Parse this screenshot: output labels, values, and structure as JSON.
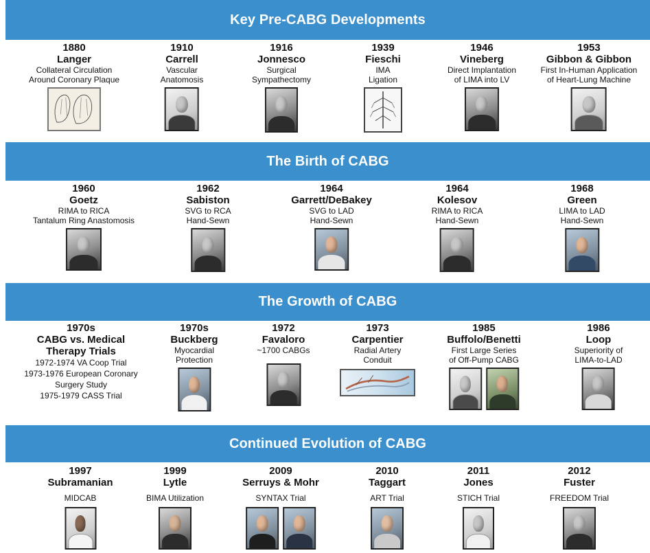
{
  "sections": [
    {
      "title": "Key Pre-CABG Developments",
      "entries": [
        {
          "year": "1880",
          "name": "Langer",
          "desc": [
            "Collateral Circulation",
            "Around Coronary Plaque"
          ],
          "image": "anatomical-sketch"
        },
        {
          "year": "1910",
          "name": "Carrell",
          "desc": [
            "Vascular",
            "Anatomosis"
          ],
          "image": "portrait"
        },
        {
          "year": "1916",
          "name": "Jonnesco",
          "desc": [
            "Surgical",
            "Sympathectomy"
          ],
          "image": "portrait"
        },
        {
          "year": "1939",
          "name": "Fieschi",
          "desc": [
            "IMA",
            "Ligation"
          ],
          "image": "artery-drawing"
        },
        {
          "year": "1946",
          "name": "Vineberg",
          "desc": [
            "Direct Implantation",
            "of LIMA into LV"
          ],
          "image": "portrait"
        },
        {
          "year": "1953",
          "name": "Gibbon & Gibbon",
          "desc": [
            "First In-Human Application",
            "of Heart-Lung Machine"
          ],
          "image": "portrait"
        }
      ]
    },
    {
      "title": "The Birth of CABG",
      "entries": [
        {
          "year": "1960",
          "name": "Goetz",
          "desc": [
            "RIMA to RICA",
            "Tantalum Ring Anastomosis"
          ],
          "image": "portrait"
        },
        {
          "year": "1962",
          "name": "Sabiston",
          "desc": [
            "SVG to RCA",
            "Hand-Sewn"
          ],
          "image": "portrait"
        },
        {
          "year": "1964",
          "name": "Garrett/DeBakey",
          "desc": [
            "SVG to LAD",
            "Hand-Sewn"
          ],
          "image": "portrait"
        },
        {
          "year": "1964",
          "name": "Kolesov",
          "desc": [
            "RIMA to RICA",
            "Hand-Sewn"
          ],
          "image": "portrait"
        },
        {
          "year": "1968",
          "name": "Green",
          "desc": [
            "LIMA to LAD",
            "Hand-Sewn"
          ],
          "image": "portrait"
        }
      ]
    },
    {
      "title": "The Growth of CABG",
      "entries": [
        {
          "year": "1970s",
          "name": [
            "CABG vs. Medical",
            "Therapy Trials"
          ],
          "desc": [
            "1972-1974 VA Coop Trial",
            "1973-1976 European Coronary",
            "Surgery Study",
            "1975-1979 CASS Trial"
          ],
          "image": "none"
        },
        {
          "year": "1970s",
          "name": "Buckberg",
          "desc": [
            "Myocardial",
            "Protection"
          ],
          "image": "portrait"
        },
        {
          "year": "1972",
          "name": "Favaloro",
          "desc": [
            "~1700 CABGs"
          ],
          "image": "portrait"
        },
        {
          "year": "1973",
          "name": "Carpentier",
          "desc": [
            "Radial Artery",
            "Conduit"
          ],
          "image": "radial-artery-illustration"
        },
        {
          "year": "1985",
          "name": "Buffolo/Benetti",
          "desc": [
            "First Large Series",
            "of Off-Pump CABG"
          ],
          "image": "two-portraits"
        },
        {
          "year": "1986",
          "name": "Loop",
          "desc": [
            "Superiority of",
            "LIMA-to-LAD"
          ],
          "image": "portrait"
        }
      ]
    },
    {
      "title": "Continued Evolution of CABG",
      "entries": [
        {
          "year": "1997",
          "name": "Subramanian",
          "desc": [
            "MIDCAB"
          ],
          "image": "portrait"
        },
        {
          "year": "1999",
          "name": "Lytle",
          "desc": [
            "BIMA Utilization"
          ],
          "image": "portrait"
        },
        {
          "year": "2009",
          "name": "Serruys & Mohr",
          "desc": [
            "SYNTAX Trial"
          ],
          "image": "two-portraits"
        },
        {
          "year": "2010",
          "name": "Taggart",
          "desc": [
            "ART Trial"
          ],
          "image": "portrait"
        },
        {
          "year": "2011",
          "name": "Jones",
          "desc": [
            "STICH Trial"
          ],
          "image": "portrait"
        },
        {
          "year": "2012",
          "name": "Fuster",
          "desc": [
            "FREEDOM Trial"
          ],
          "image": "portrait"
        }
      ]
    }
  ],
  "colors": {
    "banner": "#3b8fcc",
    "banner_text": "#ffffff",
    "text": "#111111"
  }
}
